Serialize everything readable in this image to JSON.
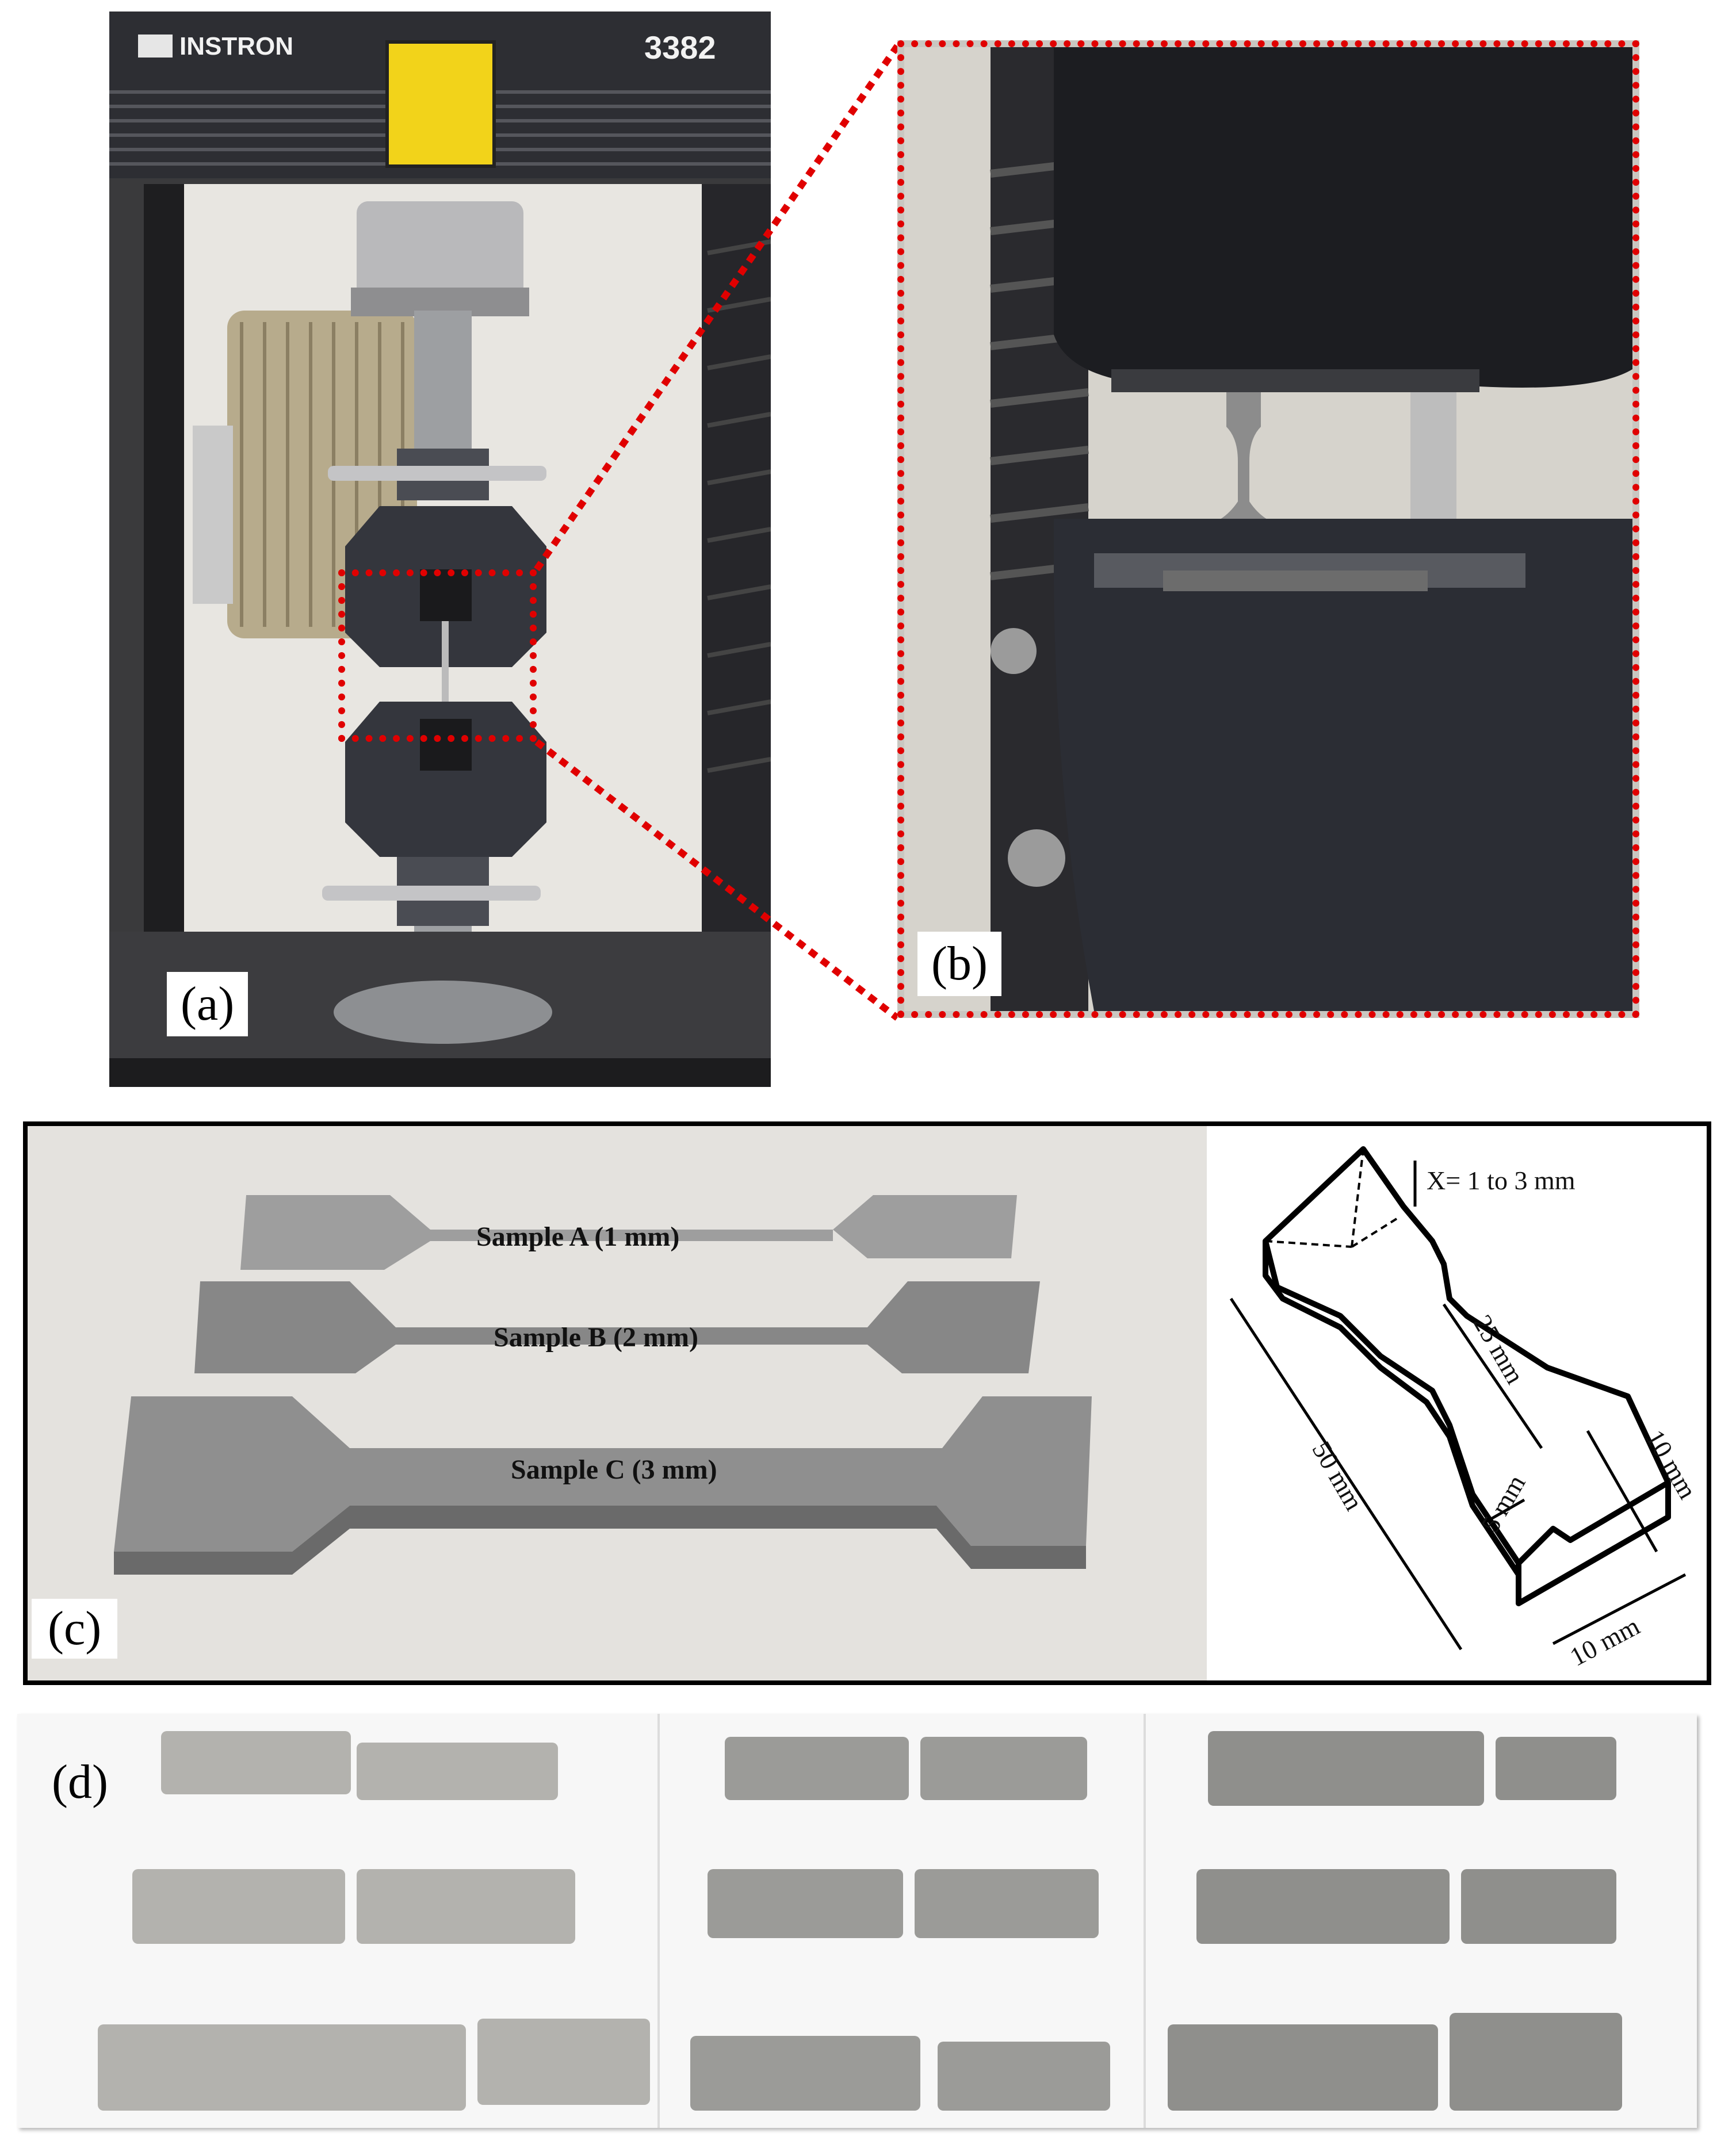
{
  "machine": {
    "brand": "INSTRON",
    "model": "3382"
  },
  "panels": {
    "a": {
      "label": "(a)"
    },
    "b": {
      "label": "(b)"
    },
    "c": {
      "label": "(c)"
    },
    "d": {
      "label": "(d)"
    }
  },
  "samples": [
    {
      "label": "Sample A (1 mm)"
    },
    {
      "label": "Sample B (2 mm)"
    },
    {
      "label": "Sample C (3 mm)"
    }
  ],
  "specimen_drawing": {
    "thickness": "X= 1 to 3 mm",
    "gauge_length": "25 mm",
    "gauge_width": "5 mm",
    "grip_width": "10 mm",
    "grip_length": "10 mm",
    "total_length": "50 mm"
  },
  "colors": {
    "zoom_box": "#e00000",
    "machine_dark": "#2b2b2e",
    "metal": "#9a9a9a"
  }
}
